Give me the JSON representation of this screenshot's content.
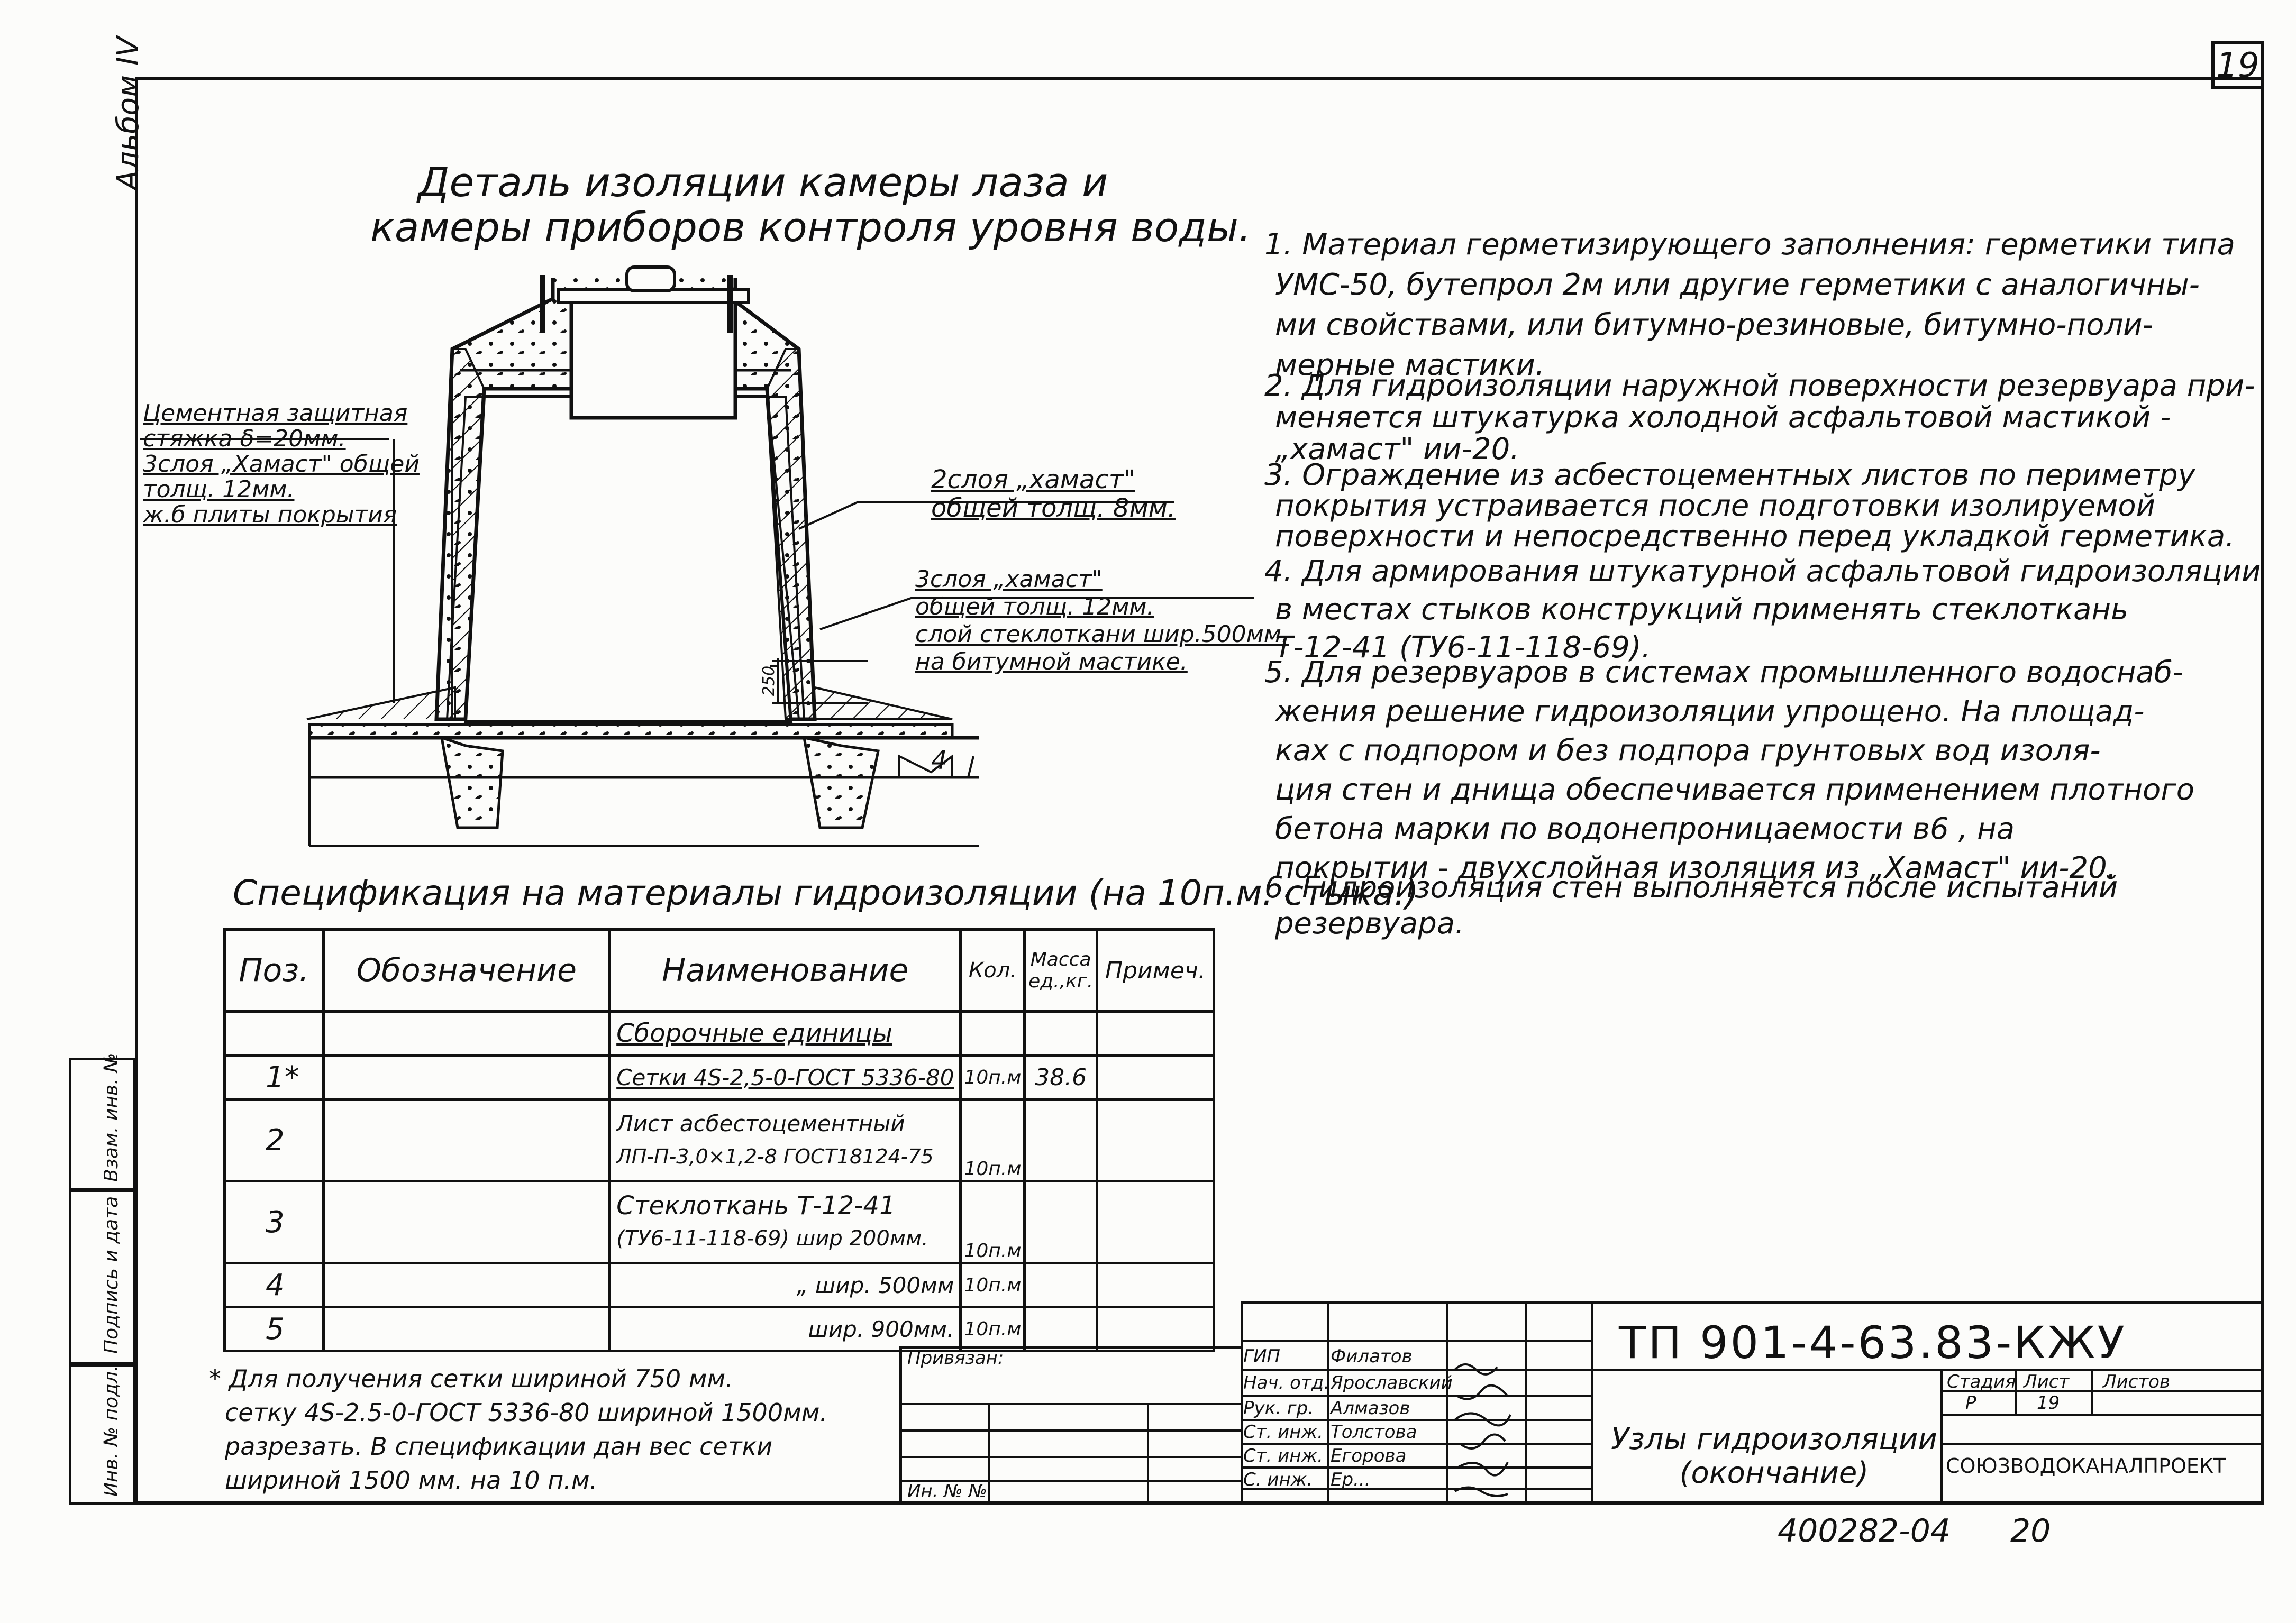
{
  "sheet_number": "19",
  "album_label": "Альбом IV",
  "side_strip": {
    "inv_no": "Инв. № подл.",
    "signature": "Подпись и дата",
    "replace_inv": "Взам. инв. №"
  },
  "drawing_title": {
    "line1": "Деталь изоляции камеры лаза и",
    "line2": "камеры приборов контроля уровня воды."
  },
  "callouts": {
    "left": [
      "Цементная защитная",
      "стяжка δ=20мм.",
      "3слоя „Хамаст\" общей",
      "толщ. 12мм.",
      "ж.б плиты покрытия"
    ],
    "right_top": [
      "2слоя „хамаст\"",
      "общей толщ. 8мм."
    ],
    "right_bottom": [
      "3слоя „хамаст\"",
      "общей толщ. 12мм.",
      "слой стеклоткани шир.500мм.",
      "на битумной мастике."
    ],
    "dim_250": "250",
    "section_mark": "4"
  },
  "notes": [
    [
      "1. Материал   герметизирующего   заполнения: герметики типа",
      "УМС-50, бутепрол 2м или другие герметики с аналогичны-",
      "ми   свойствами,   или битумно-резиновые, битумно-поли-",
      "мерные мастики."
    ],
    [
      "2. Для гидроизоляции   наружной поверхности резервуара при-",
      "меняется штукатурка холодной асфальтовой мастикой -",
      "„хамаст\" ии-20."
    ],
    [
      "3. Ограждение  из асбестоцементных  листов по периметру",
      "покрытия  устраивается  после подготовки  изолируемой",
      "поверхности и непосредственно перед укладкой герметика."
    ],
    [
      "4. Для армирования штукатурной  асфальтовой гидроизоляции",
      "в местах  стыков  конструкций  применять  стеклоткань",
      "Т-12-41 (ТУ6-11-118-69)."
    ],
    [
      "5. Для резервуаров в системах промышленного водоснаб-",
      "жения  решение гидроизоляции  упрощено. На площад-",
      "ках  с  подпором и без подпора грунтовых  вод изоля-",
      "ция  стен и днища обеспечивается применением  плотного",
      "бетона   марки  по водонепроницаемости  в6 ,  на",
      "покрытии - двухслойная  изоляция  из „Хамаст\" ии-20."
    ],
    [
      "6. Гидроизоляция  стен выполняется  после  испытаний",
      "резервуара."
    ]
  ],
  "spec": {
    "title": "Спецификация на материалы гидроизоляции (на 10п.м. стыка.)",
    "headers": [
      "Поз.",
      "Обозначение",
      "Наименование",
      "Кол.",
      "Масса ед.,кг.",
      "Примеч."
    ],
    "section": "Сборочные единицы",
    "rows": [
      {
        "pos": "1*",
        "designation": "",
        "name": [
          "Сетки 4S-2,5-0-ГОСТ 5336-80"
        ],
        "qty": "10п.м",
        "mass": "38.6",
        "note": ""
      },
      {
        "pos": "2",
        "designation": "",
        "name": [
          "Лист асбестоцементный",
          "ЛП-П-3,0×1,2-8 ГОСТ18124-75"
        ],
        "qty": "10п.м",
        "mass": "",
        "note": ""
      },
      {
        "pos": "3",
        "designation": "",
        "name": [
          "Стеклоткань Т-12-41",
          "(ТУ6-11-118-69) шир 200мм."
        ],
        "qty": "10п.м",
        "mass": "",
        "note": ""
      },
      {
        "pos": "4",
        "designation": "",
        "name": [
          "„       шир. 500мм"
        ],
        "qty": "10п.м",
        "mass": "",
        "note": ""
      },
      {
        "pos": "5",
        "designation": "",
        "name": [
          "шир. 900мм."
        ],
        "qty": "10п.м",
        "mass": "",
        "note": ""
      }
    ]
  },
  "footnote": [
    "* Для  получения сетки  шириной 750 мм.",
    "сетку 4S-2.5-0-ГОСТ 5336-80 шириной 1500мм.",
    "разрезать. В спецификации дан вес сетки",
    "шириной  1500 мм. на 10 п.м."
  ],
  "title_block": {
    "privyazan": "Привязан:",
    "inv_no": "Ин. № №",
    "roles": [
      "ГИП",
      "Нач. отд.",
      "Рук. гр.",
      "Ст. инж.",
      "Ст. инж.",
      "С. инж."
    ],
    "names": [
      "Филатов",
      "Ярославский",
      "Алмазов",
      "Толстова",
      "Егорова",
      "Ер..."
    ],
    "code": "ТП 901-4-63.83-КЖУ",
    "stage_header": "Стадия",
    "sheet_header": "Лист",
    "sheets_header": "Листов",
    "stage": "Р",
    "sheet": "19",
    "title_line1": "Узлы  гидроизоляции",
    "title_line2": "(окончание)",
    "org": "СОЮЗВОДОКАНАЛПРОЕКТ"
  },
  "bottom_number": "400282-04",
  "bottom_page": "20"
}
